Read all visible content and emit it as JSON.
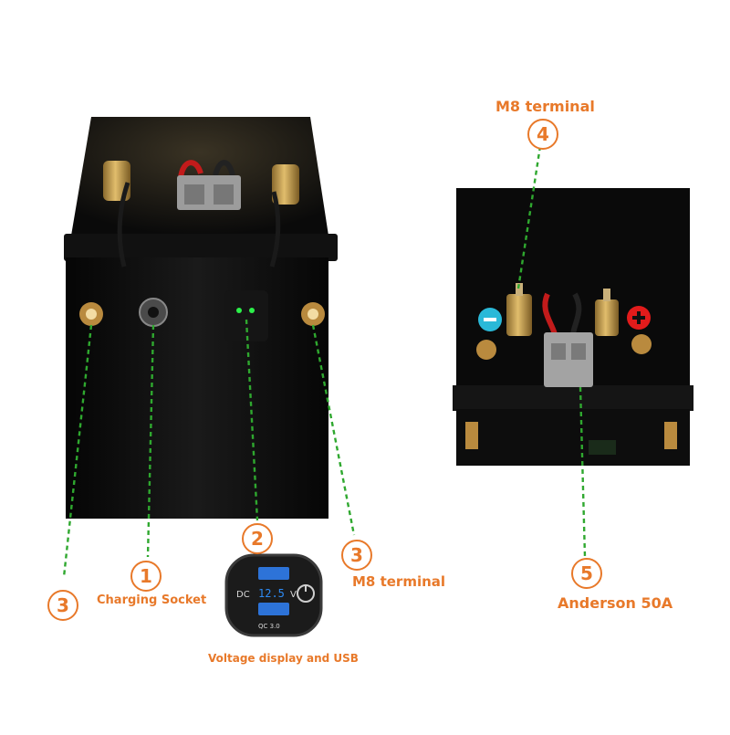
{
  "callouts": [
    {
      "number": "1",
      "label": "Charging Socket"
    },
    {
      "number": "2",
      "label": "Voltage display and USB"
    },
    {
      "number": "3",
      "label": "M8 terminal"
    },
    {
      "number": "4",
      "label": "M8 terminal"
    },
    {
      "number": "5",
      "label": "Anderson 50A"
    }
  ],
  "usb_module": {
    "dc": "DC",
    "voltage": "12.5",
    "unit": "V",
    "qc": "QC 3.0"
  },
  "colors": {
    "accent": "#e8792a",
    "leader": "#2fa82f",
    "casing": "#0b0b0b",
    "brass": "#c79b45"
  }
}
